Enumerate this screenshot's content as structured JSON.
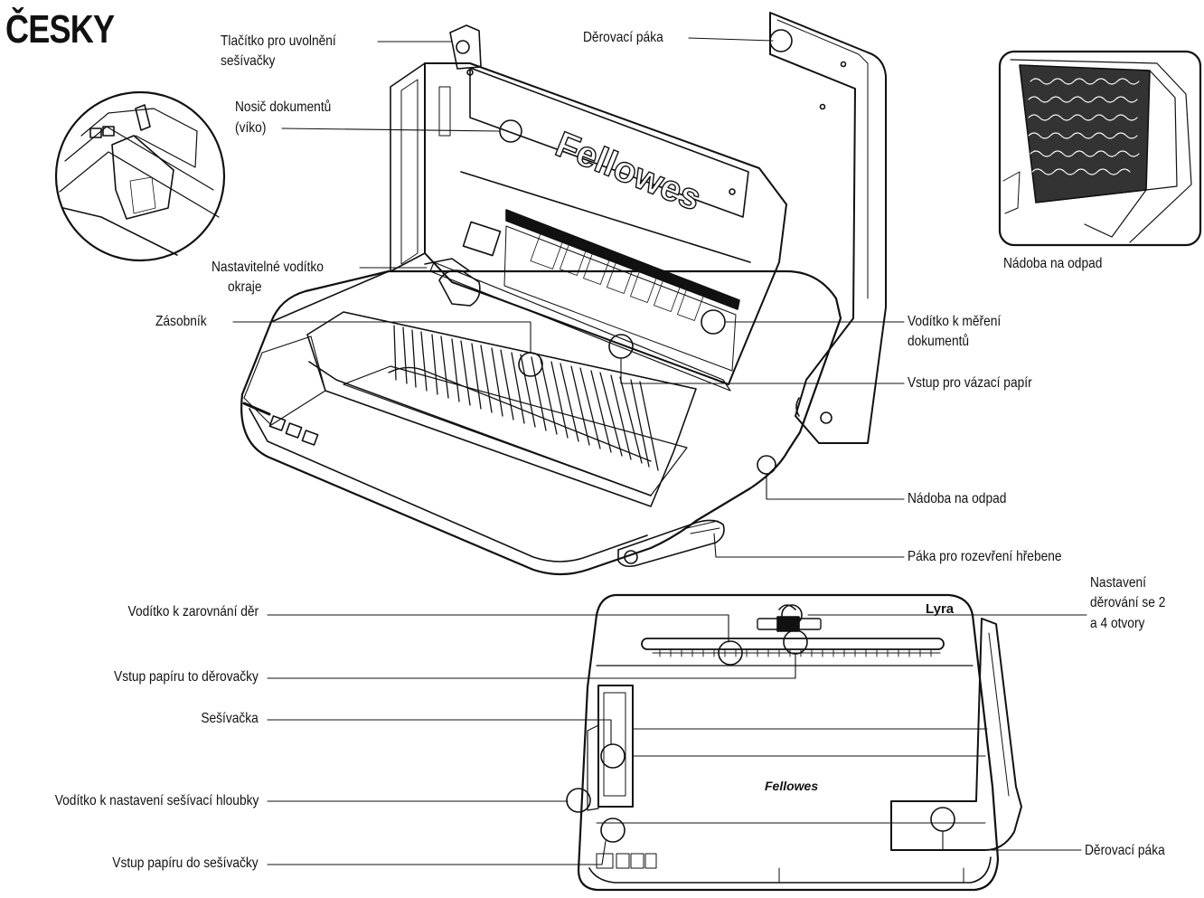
{
  "heading": "ČESKY",
  "brand": {
    "main": "Fellowes",
    "model": "Lyra"
  },
  "callouts": {
    "staple_release_button": [
      "Tlačítko pro uvolnění",
      "sešívačky"
    ],
    "punch_lever_top": "Děrovací páka",
    "document_carrier": [
      "Nosič dokumentů",
      "(víko)"
    ],
    "adjustable_edge_guide": [
      "Nastavitelné vodítko",
      "okraje"
    ],
    "tray": "Zásobník",
    "document_measure_guide": [
      "Vodítko k měření",
      "dokumentů"
    ],
    "binding_paper_entry": "Vstup pro vázací papír",
    "waste_bin_inset": "Nádoba na odpad",
    "waste_bin": "Nádoba na odpad",
    "comb_opening_lever": "Páka pro rozevření hřebene",
    "hole_alignment_guide": "Vodítko k zarovnání děr",
    "punch_setting": [
      "Nastavení",
      "děrování se 2",
      "a 4 otvory"
    ],
    "punch_paper_entry": "Vstup papíru to děrovačky",
    "stapler": "Sešívačka",
    "staple_depth_guide": "Vodítko k nastavení sešívací hloubky",
    "stapler_paper_entry": "Vstup papíru do sešívačky",
    "punch_lever_bottom": "Děrovací páka"
  }
}
